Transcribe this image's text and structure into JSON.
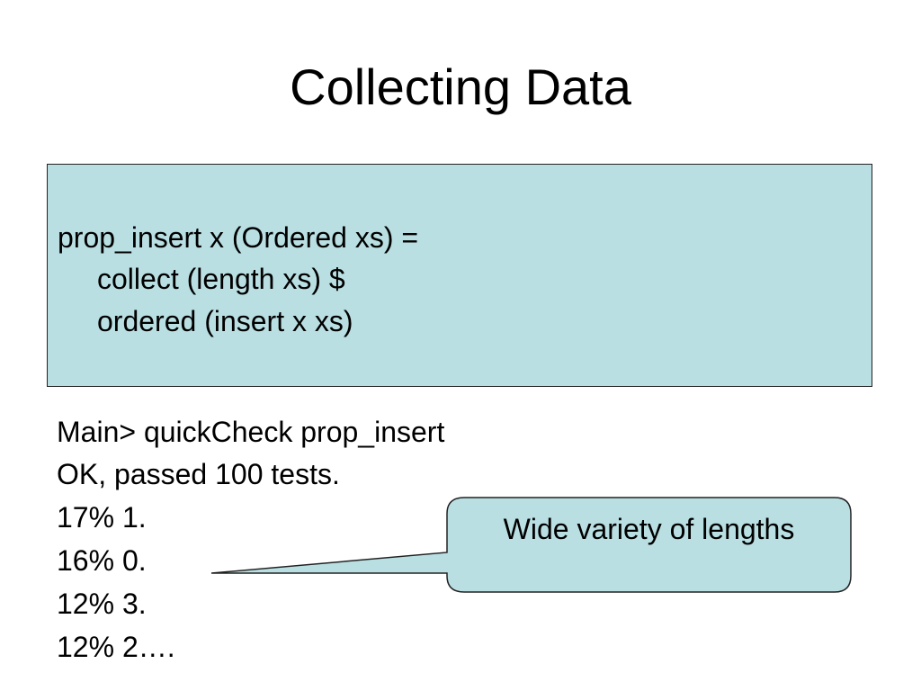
{
  "slide": {
    "title": "Collecting Data",
    "code_lines": [
      "prop_insert x (Ordered xs) =",
      "collect (length xs) $",
      "ordered (insert x xs)"
    ],
    "output_lines": [
      "Main> quickCheck prop_insert",
      "OK, passed 100 tests.",
      "17% 1.",
      "16% 0.",
      "12% 3.",
      "12% 2…."
    ],
    "callout": "Wide variety of lengths"
  },
  "colors": {
    "box_fill": "#b9dfe2",
    "border": "#222222",
    "text": "#000000",
    "background": "#ffffff"
  }
}
